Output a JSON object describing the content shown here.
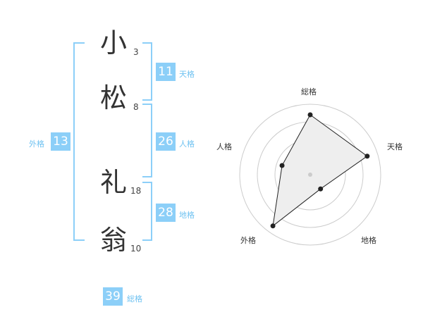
{
  "name": {
    "chars": [
      {
        "char": "小",
        "strokes": "3"
      },
      {
        "char": "松",
        "strokes": "8"
      },
      {
        "char": "礼",
        "strokes": "18"
      },
      {
        "char": "翁",
        "strokes": "10"
      }
    ]
  },
  "fortune": {
    "tenkaku": {
      "value": "11",
      "label": "天格"
    },
    "jinkaku": {
      "value": "26",
      "label": "人格"
    },
    "chikaku": {
      "value": "28",
      "label": "地格"
    },
    "gaikaku": {
      "value": "13",
      "label": "外格"
    },
    "soukaku": {
      "value": "39",
      "label": "総格"
    }
  },
  "radar": {
    "labels": {
      "top": "総格",
      "right": "天格",
      "bottom_right": "地格",
      "bottom_left": "外格",
      "left": "人格"
    },
    "values": {
      "soukaku": 0.85,
      "tenkaku": 0.85,
      "chikaku": 0.25,
      "gaikaku": 0.9,
      "jinkaku": 0.42
    },
    "rings": 4,
    "colors": {
      "fill": "#eeeeee",
      "stroke": "#222222",
      "ring": "#cccccc",
      "center": "#cccccc"
    }
  },
  "colors": {
    "accent": "#8ccff8",
    "label": "#6fc2f1"
  }
}
